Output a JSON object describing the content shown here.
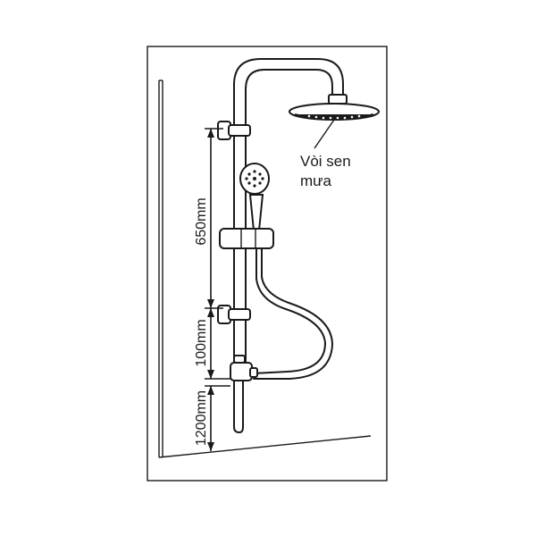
{
  "label": {
    "line1": "Vòi sen",
    "line2": "mưa"
  },
  "dimensions": {
    "upper": "650mm",
    "middle": "100mm",
    "lower": "1200mm"
  }
}
